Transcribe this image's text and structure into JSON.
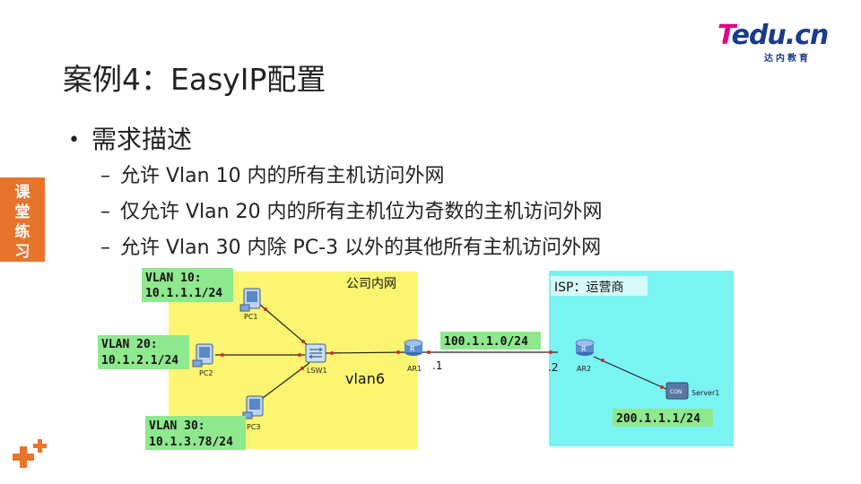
{
  "brand": {
    "logo_text_t": "T",
    "logo_text_rest": "edu.cn",
    "logo_sub": "达内教育"
  },
  "slide": {
    "title": "案例4：EasyIP配置",
    "bullet": "需求描述",
    "items": [
      "允许 Vlan 10 内的所有主机访问外网",
      "仅允许 Vlan 20 内的所有主机位为奇数的主机访问外网",
      "允许 Vlan 30 内除 PC-3 以外的其他所有主机访问外网"
    ],
    "dash": "–"
  },
  "side_tab": [
    "课",
    "堂",
    "练",
    "习"
  ],
  "diagram": {
    "zone_company": "公司内网",
    "zone_isp": "ISP：运营商",
    "vlan10": {
      "line1": "VLAN 10:",
      "line2": "10.1.1.1/24"
    },
    "vlan20": {
      "line1": "VLAN 20:",
      "line2": "10.1.2.1/24"
    },
    "vlan30": {
      "line1": "VLAN 30:",
      "line2": "10.1.3.78/24"
    },
    "link_net": "100.1.1.0/24",
    "ar1_if": ".1",
    "ar2_if": ".2",
    "vlan6": "vlan6",
    "server_net": "200.1.1.1/24",
    "devices": {
      "pc1": "PC1",
      "pc2": "PC2",
      "pc3": "PC3",
      "lsw1": "LSW1",
      "ar1": "AR1",
      "ar2": "AR2",
      "server1": "Server1",
      "server_tag": "CON",
      "router_tag": "R"
    }
  },
  "colors": {
    "accent_orange": "#e8742c",
    "company_zone": "#fbf571",
    "isp_zone": "#7af3f3",
    "label_green": "#8ee88e",
    "link_red": "#d9262c"
  }
}
